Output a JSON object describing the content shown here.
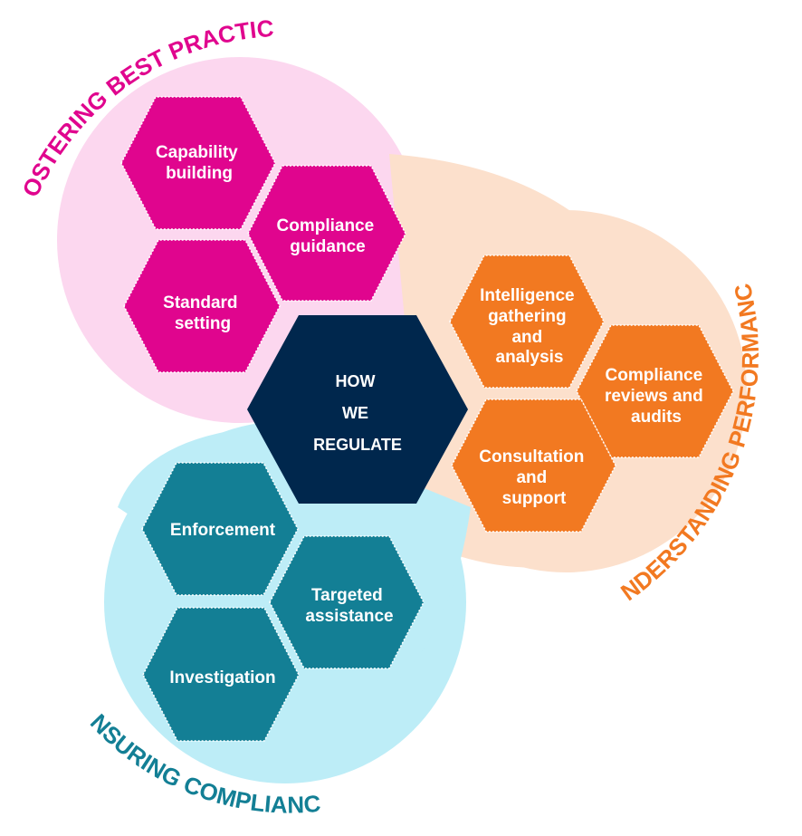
{
  "colors": {
    "pink": "#E0058E",
    "pink_bg": "#FCD7EF",
    "orange": "#F27921",
    "orange_bg": "#FCE0CC",
    "teal": "#137F95",
    "teal_bg": "#BDEDF7",
    "navy": "#00274D"
  },
  "center": {
    "lines": [
      "HOW",
      "WE",
      "REGULATE"
    ]
  },
  "sections": {
    "fostering": {
      "title": "FOSTERING BEST PRACTICE",
      "items": [
        {
          "lines": [
            "Capability",
            "building"
          ]
        },
        {
          "lines": [
            "Compliance",
            "guidance"
          ]
        },
        {
          "lines": [
            "Standard",
            "setting"
          ]
        }
      ]
    },
    "understanding": {
      "title": "UNDERSTANDING PERFORMANCE",
      "items": [
        {
          "lines": [
            "Intelligence",
            "gathering",
            "and",
            "analysis"
          ]
        },
        {
          "lines": [
            "Compliance",
            "reviews and",
            "audits"
          ]
        },
        {
          "lines": [
            "Consultation",
            "and",
            "support"
          ]
        }
      ]
    },
    "ensuring": {
      "title": "ENSURING COMPLIANCE",
      "items": [
        {
          "lines": [
            "Enforcement"
          ]
        },
        {
          "lines": [
            "Targeted",
            "assistance"
          ]
        },
        {
          "lines": [
            "Investigation"
          ]
        }
      ]
    }
  }
}
